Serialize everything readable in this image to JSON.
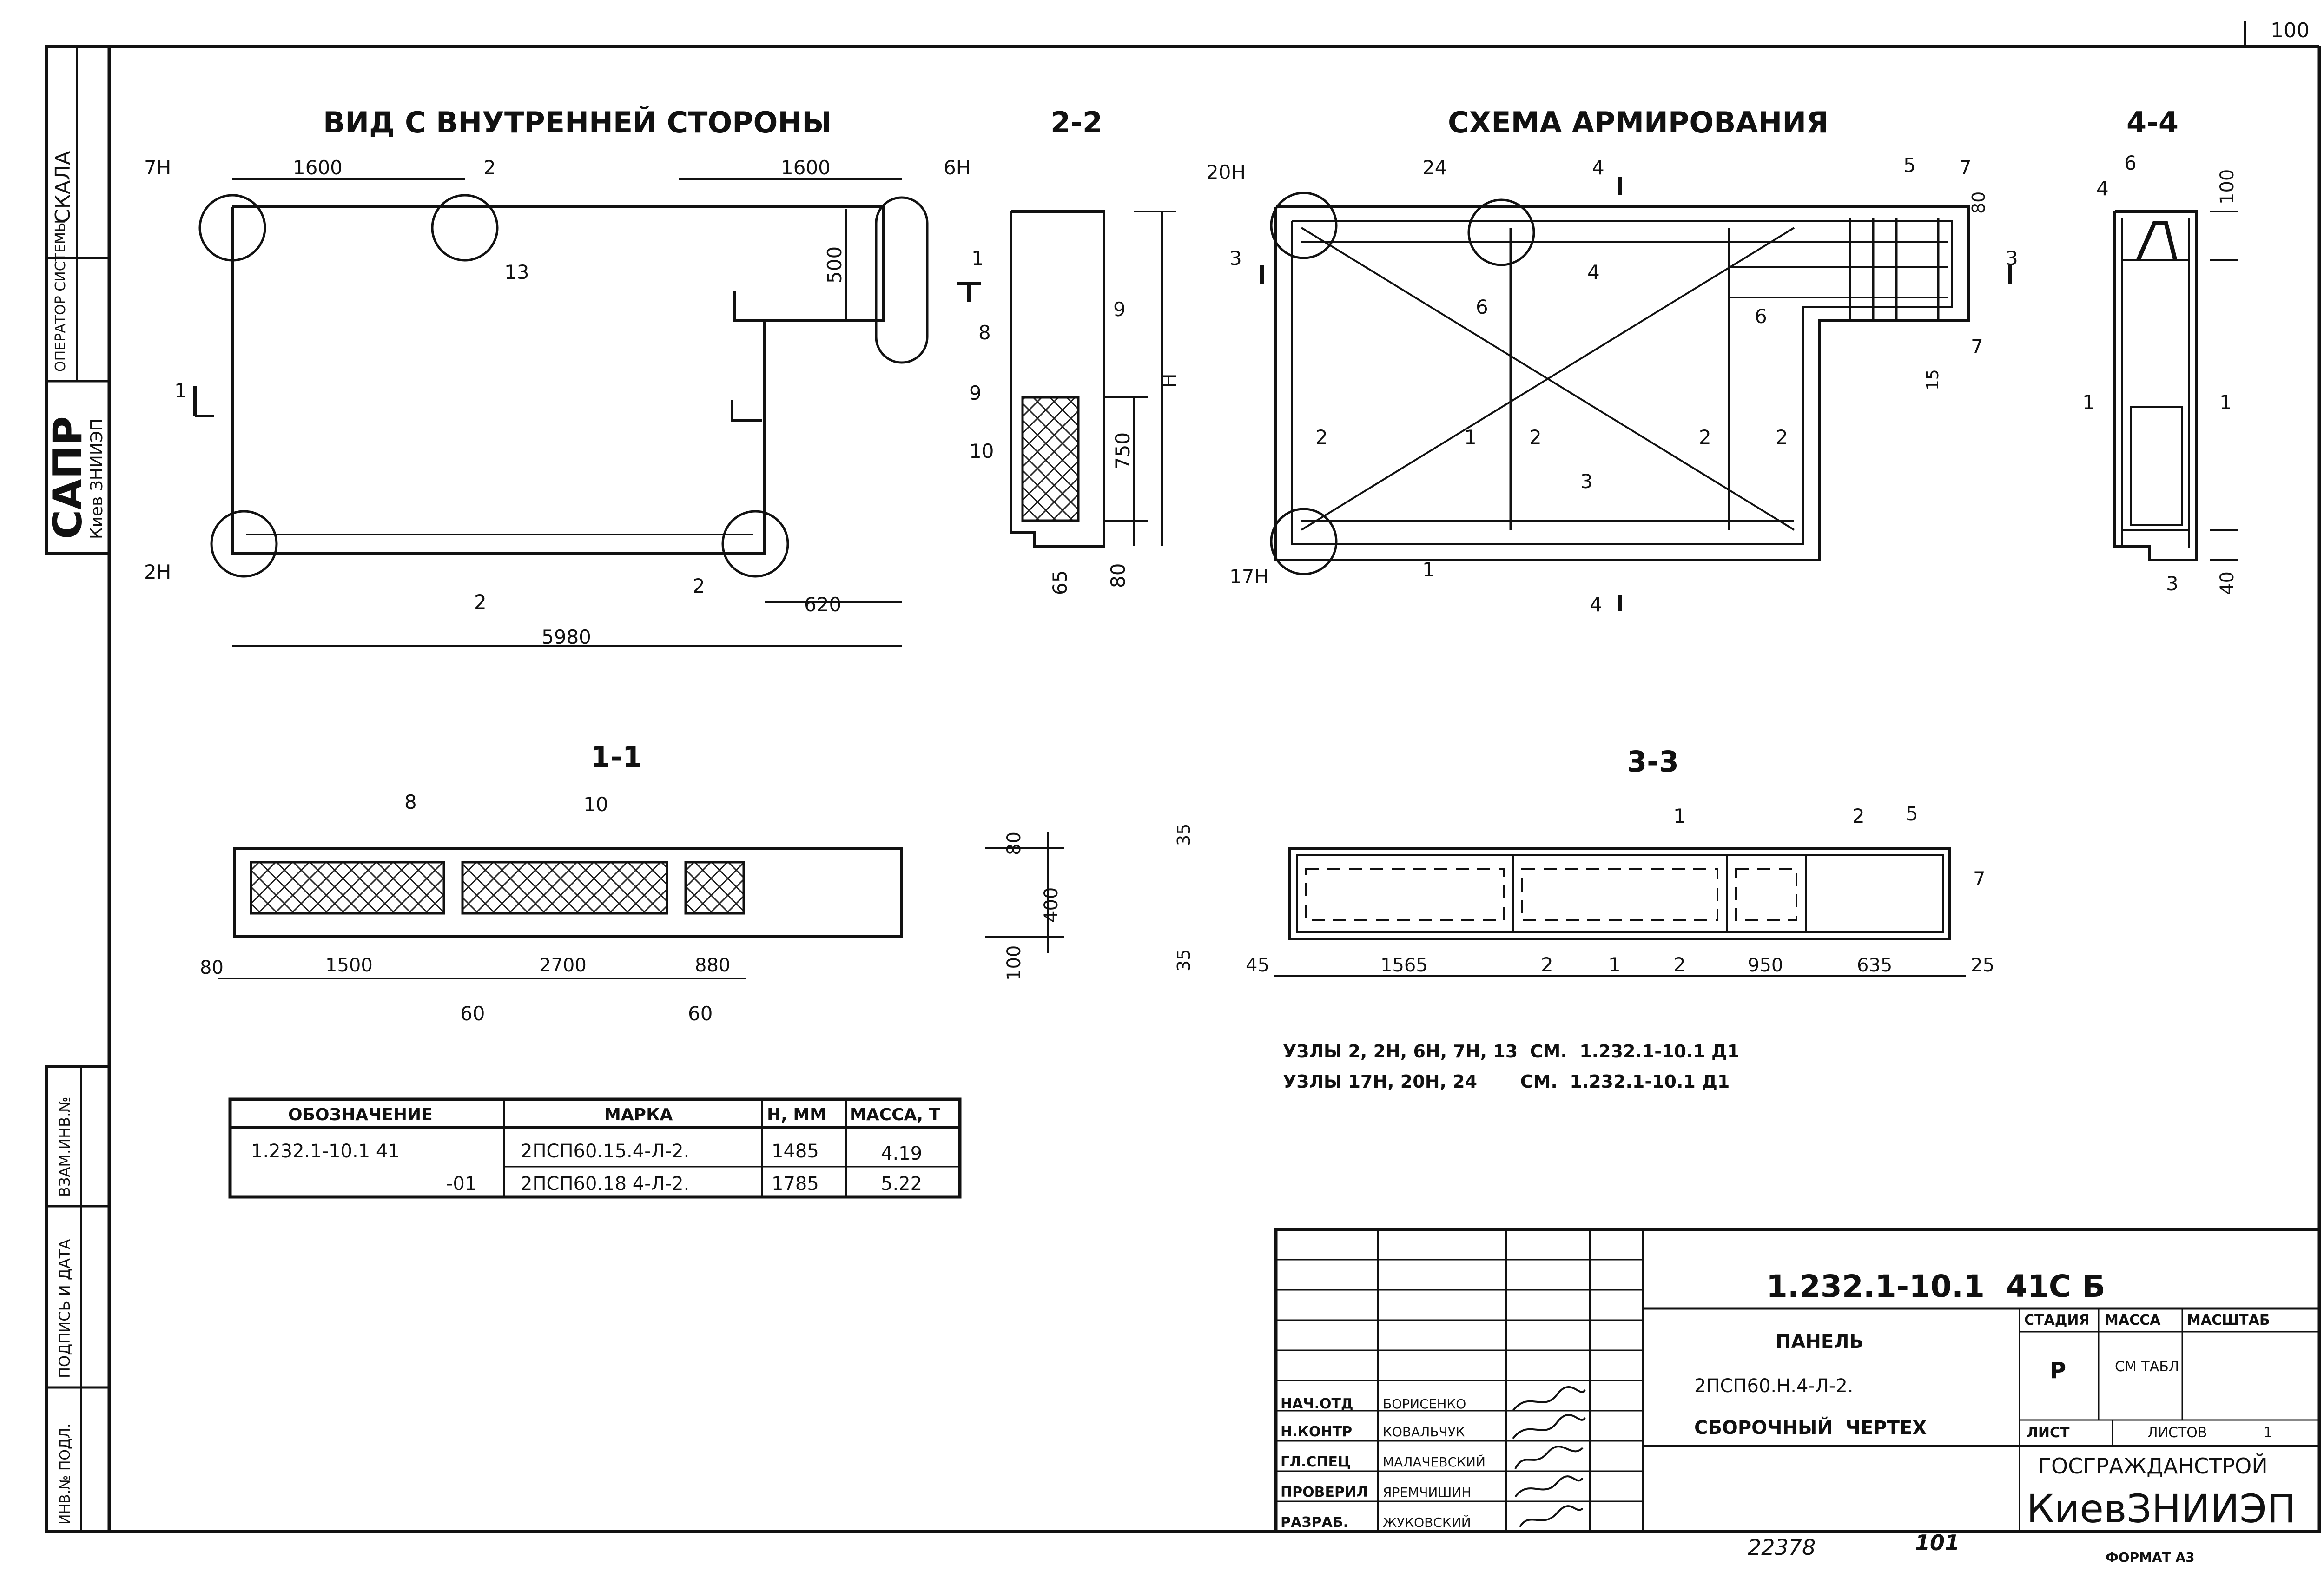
{
  "corner_number": "100",
  "side_strip": {
    "scale_label": "СКАЛА",
    "operator_label": "ОПЕРАТОР СИСТЕМЫ",
    "sapr": "САПР",
    "sapr_org": "Киев ЗНИИЭП",
    "vzam_inv": "ВЗАМ.ИНВ.№",
    "podpis_data": "ПОДПИСЬ И ДАТА",
    "inv_podl": "ИНВ.№ ПОДЛ."
  },
  "views": {
    "inner_side_title": "ВИД С ВНУТРЕННЕЙ СТОРОНЫ",
    "section_2_2_title": "2-2",
    "reinforcement_title": "СХЕМА АРМИРОВАНИЯ",
    "section_4_4_title": "4-4",
    "section_1_1_title": "1-1",
    "section_3_3_title": "3-3"
  },
  "inner_side_labels": {
    "n7": "7Н",
    "d1600a": "1600",
    "cut2_top": "2",
    "d1600b": "1600",
    "n6": "6Н",
    "n13": "13",
    "d500": "500",
    "cut1": "1",
    "n2h": "2Н",
    "cut2_bot": "2",
    "n2": "2",
    "d620": "620",
    "d5980": "5980"
  },
  "section22_labels": {
    "cut1": "1",
    "c8": "8",
    "c9a": "9",
    "c9b": "9",
    "c10": "10",
    "dh": "Н",
    "d750": "750",
    "d65": "65",
    "d80": "80"
  },
  "reinforcement_labels": {
    "n20": "20Н",
    "n24": "24",
    "cut4_top": "4",
    "c5": "5",
    "c7a": "7",
    "d80": "80",
    "cut3_left": "3",
    "cut3_right": "3",
    "c6a": "6",
    "c4": "4",
    "c6b": "6",
    "c7b": "7",
    "d15": "15",
    "c2a": "2",
    "c1": "1",
    "c2b": "2",
    "c2c": "2",
    "c2d": "2",
    "c3": "3",
    "n17": "17Н",
    "c1b": "1",
    "cut4_bot": "4"
  },
  "section44_labels": {
    "c6": "6",
    "c4": "4",
    "d100": "100",
    "c1a": "1",
    "c1b": "1",
    "c3": "3",
    "d40": "40"
  },
  "section11_labels": {
    "c8": "8",
    "c10": "10",
    "d80a": "80",
    "d1500": "1500",
    "d2700": "2700",
    "d880": "880",
    "d60a": "60",
    "d60b": "60",
    "d80v": "80",
    "d400": "400",
    "d100": "100"
  },
  "section33_labels": {
    "c1": "1",
    "c2": "2",
    "c5": "5",
    "c7": "7",
    "d35a": "35",
    "d35b": "35",
    "d45": "45",
    "d1565": "1565",
    "c2b": "2",
    "c1b": "1",
    "c2c": "2",
    "d950": "950",
    "d635": "635",
    "d25": "25"
  },
  "notes": [
    "УЗЛЫ 2, 2Н, 6Н, 7Н, 13  СМ.  1.232.1-10.1 Д1",
    "УЗЛЫ 17Н, 20Н, 24       СМ.  1.232.1-10.1 Д1"
  ],
  "spec_table": {
    "headers": [
      "ОБОЗНАЧЕНИЕ",
      "МАРКА",
      "Н, ММ",
      "МАССА, Т"
    ],
    "rows": [
      [
        "1.232.1-10.1 41",
        "2ПСП60.15.4-Л-2.",
        "1485",
        "4.19"
      ],
      [
        "-01",
        "2ПСП60.18 4-Л-2.",
        "1785",
        "5.22"
      ]
    ]
  },
  "title_block": {
    "doc_code": "1.232.1-10.1  41С Б",
    "name_line1": "ПАНЕЛЬ",
    "name_line2": "2ПСП60.Н.4-Л-2.",
    "name_line3": "СБОРОЧНЫЙ  ЧЕРТЕХ",
    "stage_label": "СТАДИЯ",
    "mass_label": "МАССА",
    "scale_label": "МАСШТАБ",
    "stage_value": "Р",
    "mass_value": "СМ ТАБЛ",
    "sheet_label": "ЛИСТ",
    "sheets_label": "ЛИСТОВ",
    "sheets_value": "1",
    "org1": "ГОСГРАЖДАНСТРОЙ",
    "org2": "КиевЗНИИЭП",
    "roles": [
      "НАЧ.ОТД",
      "Н.КОНТР",
      "ГЛ.СПЕЦ",
      "ПРОВЕРИЛ",
      "РАЗРАБ."
    ],
    "names": [
      "БОРИСЕНКО",
      "КОВАЛЬЧУК",
      "МАЛАЧЕВСКИЙ",
      "ЯРЕМЧИШИН",
      "ЖУКОВСКИЙ"
    ]
  },
  "footer": {
    "num_left": "22378",
    "num_right": "101",
    "format": "ФОРМАТ А3"
  }
}
